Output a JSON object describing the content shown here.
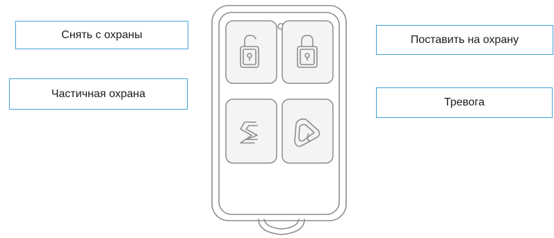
{
  "labels": {
    "disarm": "Снять с охраны",
    "partial": "Частичная охрана",
    "arm": "Поставить на охрану",
    "alarm": "Тревога"
  },
  "remote": {
    "buttons": [
      "unlocked-padlock-icon",
      "locked-padlock-icon",
      "partial-arm-icon",
      "alarm-horn-icon"
    ]
  },
  "colors": {
    "label_border": "#3fa0d6",
    "outline": "#8c8c8c",
    "button_fill": "#f4f4f4"
  }
}
